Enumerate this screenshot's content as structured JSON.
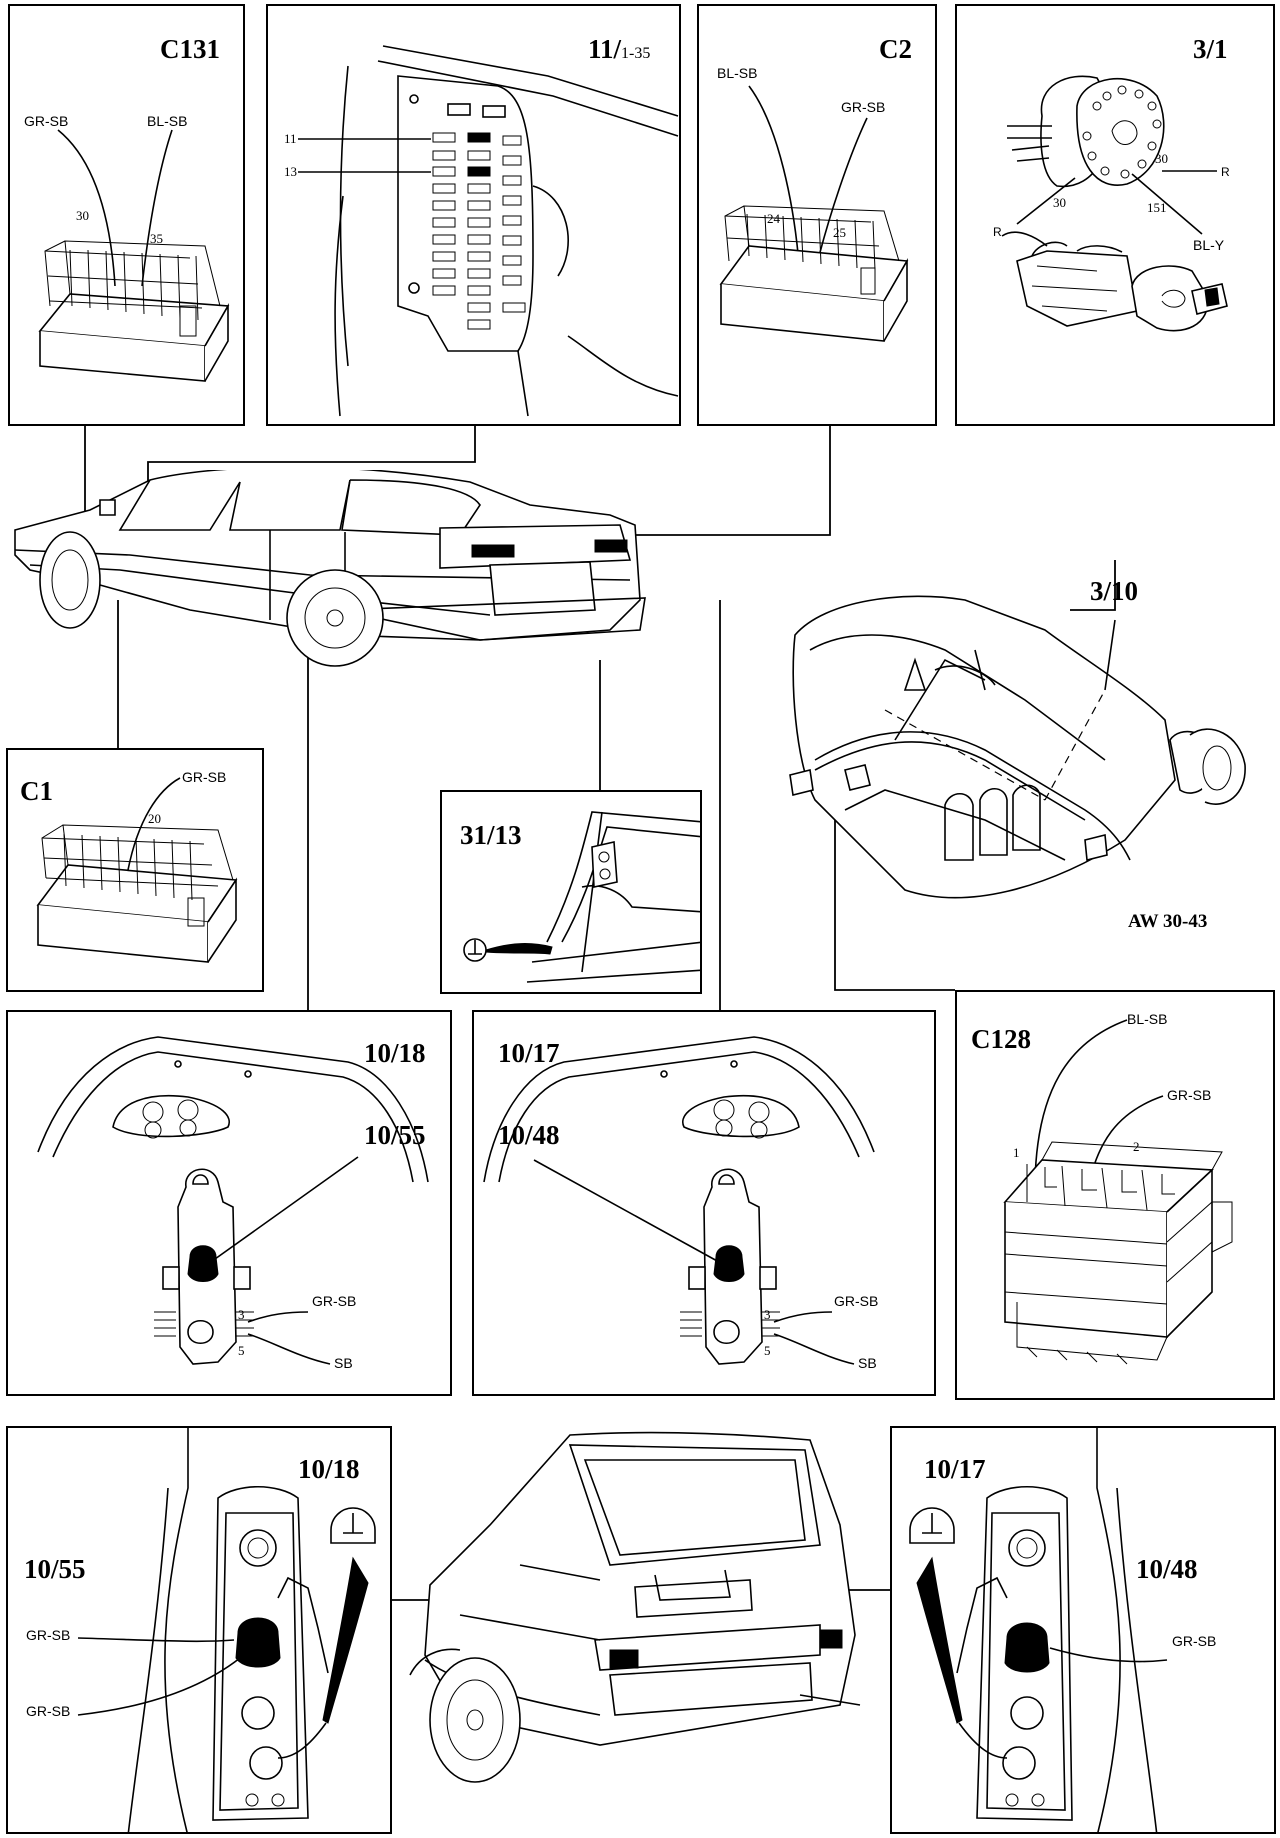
{
  "panels": {
    "c131": {
      "id": "C131",
      "wires": [
        "GR-SB",
        "BL-SB"
      ],
      "pins": [
        "30",
        "35"
      ]
    },
    "p11": {
      "id_main": "11/",
      "id_sub": "1-35",
      "pins": [
        "11",
        "13"
      ]
    },
    "c2": {
      "id": "C2",
      "wires": [
        "BL-SB",
        "GR-SB"
      ],
      "pins": [
        "24",
        "25"
      ]
    },
    "p3_1": {
      "id": "3/1",
      "wires": [
        "R",
        "R",
        "BL-Y"
      ],
      "pins": [
        "30",
        "30",
        "151"
      ]
    },
    "c1": {
      "id": "C1",
      "wires": [
        "GR-SB"
      ],
      "pins": [
        "20"
      ]
    },
    "p31_13": {
      "id": "31/13"
    },
    "c128": {
      "id": "C128",
      "wires": [
        "BL-SB",
        "GR-SB"
      ],
      "pins": [
        "1",
        "2"
      ]
    },
    "p10_18a": {
      "id": "10/18",
      "sub_id": "10/55",
      "wires": [
        "GR-SB",
        "SB"
      ],
      "pins": [
        "3",
        "5"
      ]
    },
    "p10_17a": {
      "id": "10/17",
      "sub_id": "10/48",
      "wires": [
        "GR-SB",
        "SB"
      ],
      "pins": [
        "3",
        "5"
      ]
    },
    "p10_18b": {
      "id": "10/18",
      "sub_id": "10/55",
      "wires": [
        "GR-SB",
        "GR-SB"
      ]
    },
    "p10_17b": {
      "id": "10/17",
      "sub_id": "10/48",
      "wires": [
        "GR-SB"
      ]
    }
  },
  "transmission": {
    "id": "3/10",
    "model": "AW 30-43"
  }
}
